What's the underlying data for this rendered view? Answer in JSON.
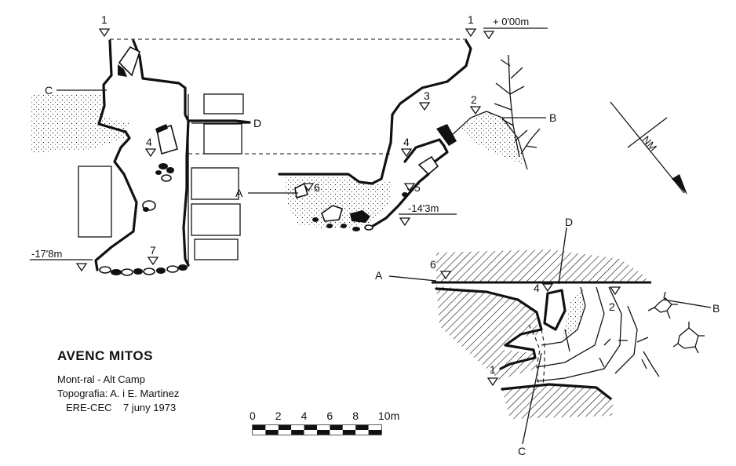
{
  "cave": {
    "name": "AVENC MITOS",
    "location": "Mont-ral - Alt Camp",
    "survey": "Topografia: A. i E. Martinez",
    "group": "ERE-CEC",
    "date": "7 juny 1973"
  },
  "stations": {
    "s1": "1",
    "s2": "2",
    "s3": "3",
    "s4": "4",
    "s5": "5",
    "s6": "6",
    "s7": "7"
  },
  "sections": {
    "A": "A",
    "B": "B",
    "C": "C",
    "D": "D"
  },
  "depths": {
    "surface": "+ 0'00m",
    "mid": "-14'3m",
    "bottom": "-17'8m"
  },
  "north": {
    "label": "NM"
  },
  "scale": {
    "ticks": [
      "0",
      "2",
      "4",
      "6",
      "8",
      "10m"
    ]
  },
  "colors": {
    "ink": "#111111",
    "paper": "#ffffff"
  }
}
